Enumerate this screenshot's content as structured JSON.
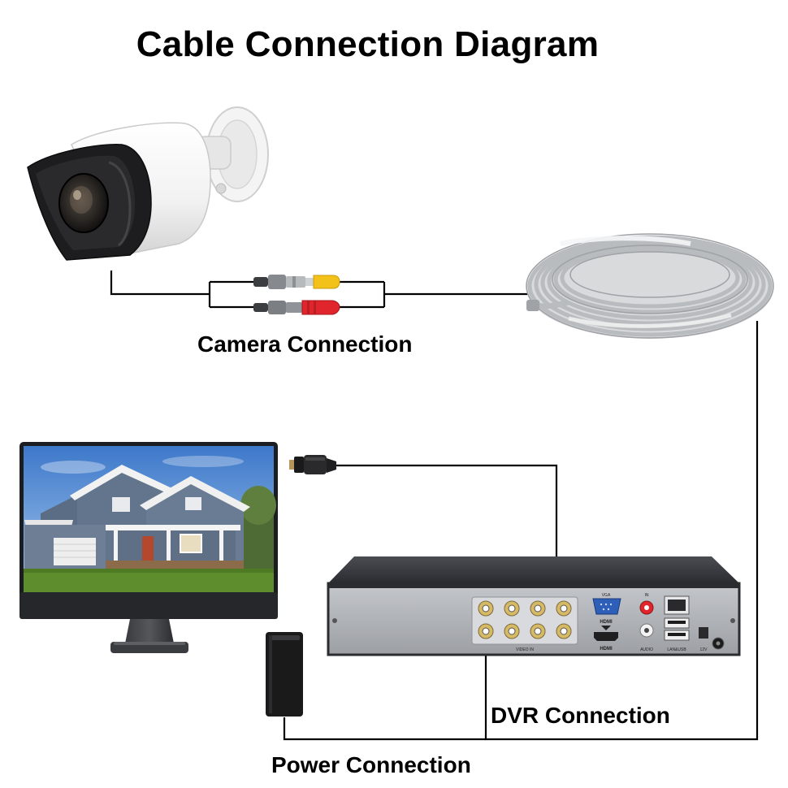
{
  "diagram": {
    "title": "Cable Connection Diagram",
    "labels": {
      "camera_connection": "Camera Connection",
      "dvr_connection": "DVR Connection",
      "power_connection": "Power Connection"
    },
    "dvr_panel": {
      "vga": "VGA",
      "hdmi": "HDMI",
      "video_in": "VIDEO IN",
      "audio": "AUDIO",
      "lan_usb": "LAN&USB",
      "power_12v": "12V",
      "in_label": "IN"
    },
    "colors": {
      "wire": "#000000",
      "bnc_yellow": "#f2c21b",
      "dc_red": "#e0262c",
      "dvr_body": "#2e3033",
      "dvr_panel": "#a9acb0",
      "monitor_frame": "#1c1d20",
      "cable_gray": "#b9bcbf"
    }
  }
}
